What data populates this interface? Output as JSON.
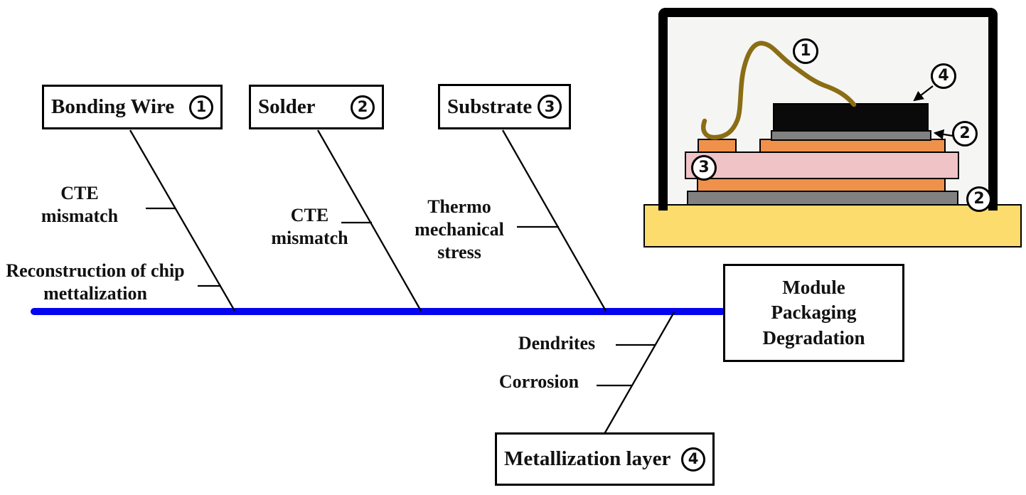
{
  "colors": {
    "spine": "#0505f0",
    "line": "#000000",
    "text": "#111111",
    "box_bg": "#ffffff",
    "chip": "#0a0a0a",
    "solder": "#818181",
    "copper": "#f0914b",
    "ceramic": "#f0c3c6",
    "baseplate": "#fbdc6c",
    "wire": "#8a6d14",
    "case": "#000000",
    "interior": "#f5f5f3"
  },
  "effect": {
    "label": "Module Packaging Degradation"
  },
  "branches": {
    "bonding_wire": {
      "label": "Bonding Wire",
      "number": "1",
      "causes": {
        "cte": "CTE mismatch",
        "reconstruction": "Reconstruction of chip mettalization"
      }
    },
    "solder": {
      "label": "Solder",
      "number": "2",
      "causes": {
        "cte": "CTE mismatch"
      }
    },
    "substrate": {
      "label": "Substrate",
      "number": "3",
      "causes": {
        "thermo": "Thermo mechanical stress"
      }
    },
    "metallization": {
      "label": "Metallization layer",
      "number": "4",
      "causes": {
        "dendrites": "Dendrites",
        "corrosion": "Corrosion"
      }
    }
  },
  "inset": {
    "callouts": {
      "bonding_wire": "1",
      "chip_metallization": "4",
      "die_attach_solder": "2",
      "ceramic_substrate": "3",
      "baseplate_solder": "2"
    }
  }
}
